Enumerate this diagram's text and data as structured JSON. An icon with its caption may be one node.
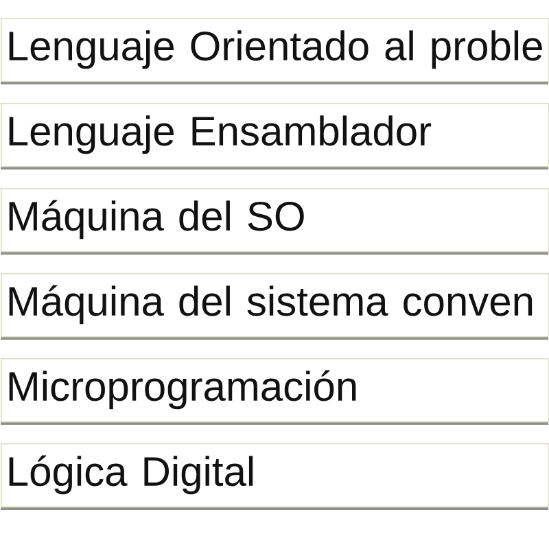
{
  "diagram": {
    "nodes": [
      {
        "text": [
          "Lenguaje Orientado al proble"
        ]
      },
      {
        "text": [
          "Lenguaje Ensamblador"
        ]
      },
      {
        "text": [
          "Máquina del SO"
        ]
      },
      {
        "text": [
          "Máquina del sistema conven"
        ]
      },
      {
        "text": [
          "Microprogramación"
        ]
      },
      {
        "text": [
          "Lógica Digital"
        ]
      }
    ]
  }
}
